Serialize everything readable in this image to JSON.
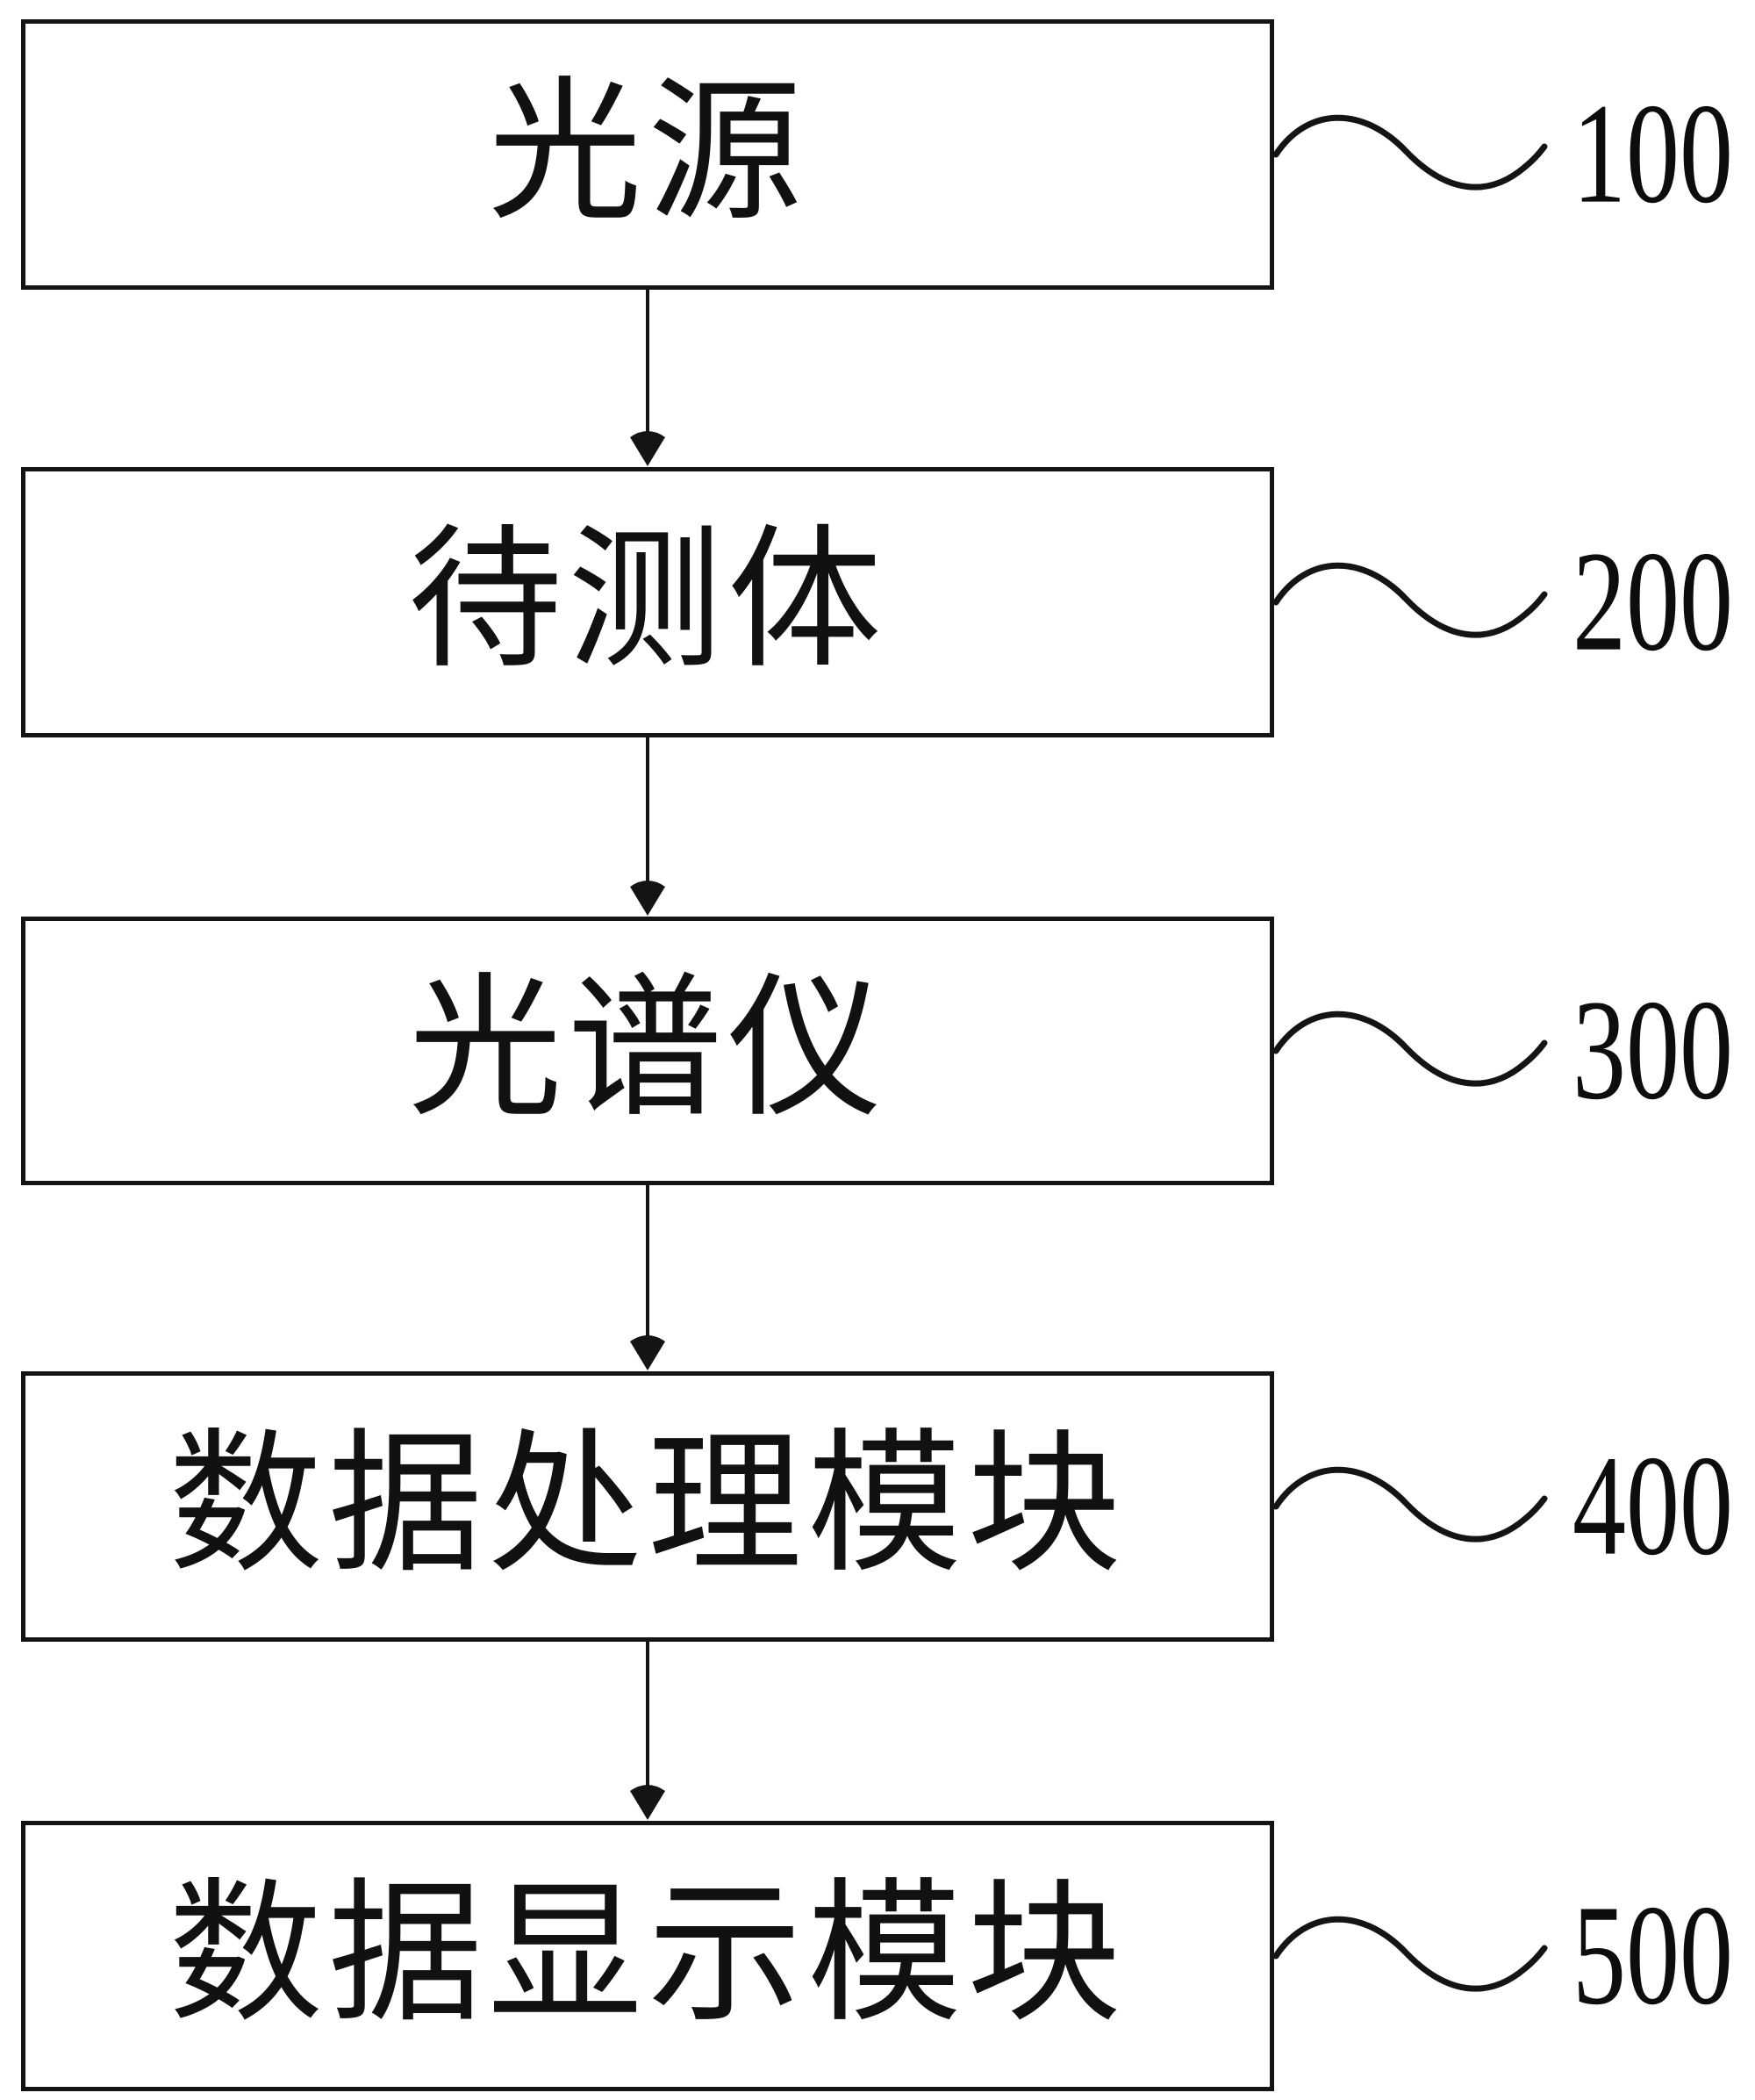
{
  "figure": {
    "kind": "patent-block-diagram",
    "background_color": "#ffffff",
    "line_color": "#141414"
  },
  "modules": [
    {
      "label": "光源",
      "ref": "100"
    },
    {
      "label": "待测体",
      "ref": "200"
    },
    {
      "label": "光谱仪",
      "ref": "300"
    },
    {
      "label": "数据处理模块",
      "ref": "400"
    },
    {
      "label": "数据显示模块",
      "ref": "500"
    }
  ]
}
